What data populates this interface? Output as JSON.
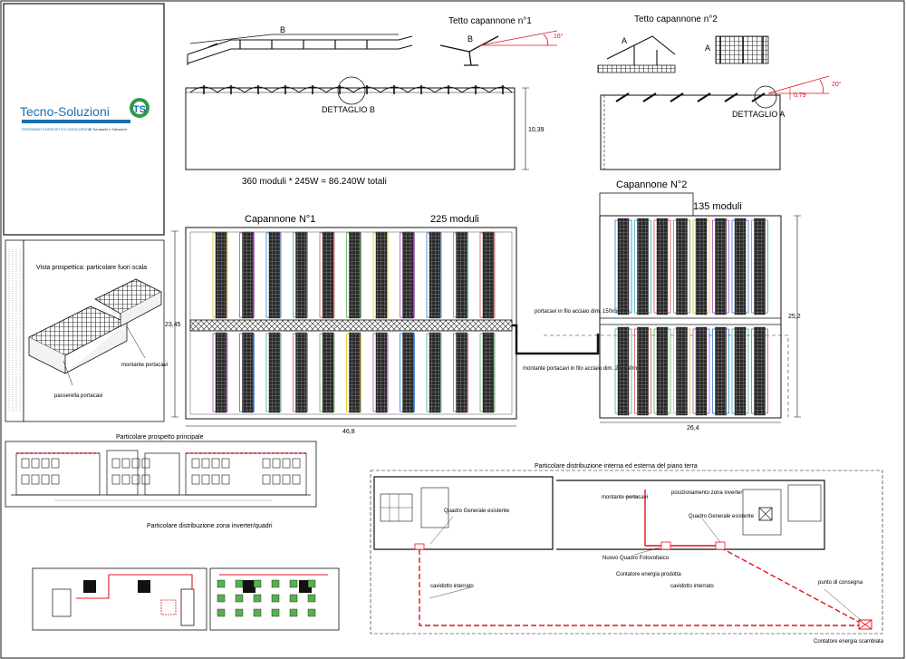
{
  "title_block": {
    "company": "Tecno-Soluzioni",
    "tagline": "RISPARMIO ENERGETICO ASSICURATO",
    "partner": "di Tomaselli e Salvadori",
    "logo_mark": "TS"
  },
  "colors": {
    "line": "#111111",
    "dim_red": "#e0141e",
    "brand_blue": "#1a6fb0",
    "brand_green": "#2e9a4a",
    "panel_dark": "#2a2a2a",
    "hatch": "#444444"
  },
  "top": {
    "label_b": "B",
    "label_a1": "A",
    "label_a2": "A",
    "tetto1": "Tetto capannone n°1",
    "tetto1_b": "B",
    "tetto1_angle": "16°",
    "tetto2": "Tetto capannone n°2",
    "tetto2_angle": "20°",
    "tetto2_dim": "0,79",
    "dettaglio_b": "DETTAGLIO B",
    "dettaglio_a": "DETTAGLIO A",
    "height_dim": "10,39",
    "totals": "360 moduli * 245W = 86.240W totali"
  },
  "plan": {
    "cap1": "Capannone  N°1",
    "cap1_modules": "225 moduli",
    "cap2": "Capannone  N°2",
    "cap2_modules": "135 moduli",
    "dim_w1": "46,8",
    "dim_w2": "26,4",
    "dim_h1": "23,45",
    "dim_h2": "25,2",
    "note_portacavi": "portacavi in filo acciaio dim. 150x50mm",
    "note_montante": "montante portacavi in filo acciaio dim. 200x50mm"
  },
  "side": {
    "title": "Vista prospettica: particolare fuori scala",
    "montante": "montante portacavi",
    "passerella": "passerella portacavi"
  },
  "bottom": {
    "prospetto_title": "Particolare prospetto principale",
    "inverter_title": "Particolare distribuzione zona inverter/quadri",
    "distrib_title": "Particolare distribuzione interna ed esterna del piano terra",
    "labels": {
      "montante": "montante portacavi",
      "posizionamento": "posizionamento zona inverter",
      "qg_left": "Quadro Generale esistente",
      "qg_right": "Quadro Generale esistente",
      "nuovo_quadro": "Nuovo Quadro Fotovoltaico",
      "contatore_prod": "Contatore energia prodotta",
      "cavidotto_left": "cavidotto interrato",
      "cavidotto_right": "cavidotto interrato",
      "punto": "punto di consegna",
      "contatore_scamb": "Contatore energia scambiata"
    }
  }
}
